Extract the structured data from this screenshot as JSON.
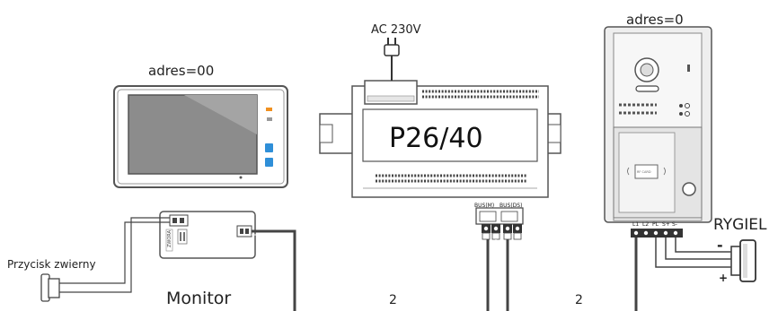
{
  "monitor": {
    "address_label": "adres=00",
    "caption": "Monitor"
  },
  "power_supply": {
    "ac_label": "AC 230V",
    "model_label": "P26/40",
    "terminal_bus_m": "BUS(M)",
    "terminal_bus_ds": "BUS(DS)"
  },
  "door_station": {
    "address_label": "adres=0",
    "terminals": [
      "L1",
      "L2",
      "PL",
      "S+",
      "S-"
    ]
  },
  "lock": {
    "label": "RYGIEL",
    "minus": "-",
    "plus": "+"
  },
  "exit_button": {
    "label": "Przycisk zwierny"
  },
  "wiring": {
    "monitor_to_psu_wires": "2",
    "psu_to_door_wires": "2"
  }
}
